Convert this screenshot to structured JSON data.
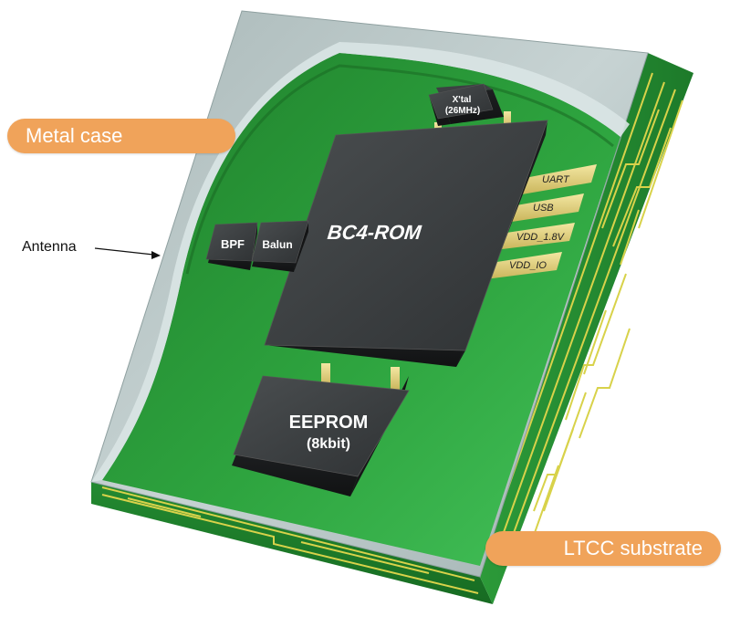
{
  "labels": {
    "metal_case": "Metal case",
    "antenna": "Antenna",
    "ltcc_substrate": "LTCC substrate"
  },
  "components": {
    "bc4_rom": "BC4-ROM",
    "eeprom_line1": "EEPROM",
    "eeprom_line2": "(8kbit)",
    "xtal_line1": "X'tal",
    "xtal_line2": "(26MHz)",
    "bpf": "BPF",
    "balun": "Balun"
  },
  "pins": [
    "UART",
    "USB",
    "VDD_1.8V",
    "VDD_IO"
  ],
  "colors": {
    "callout": "#f0a35a",
    "board_green": "#2e9a3c",
    "trace_yellow": "#d8d24a",
    "metal_gray": "#b9c6c6",
    "chip_dark": "#3a3d3f"
  }
}
